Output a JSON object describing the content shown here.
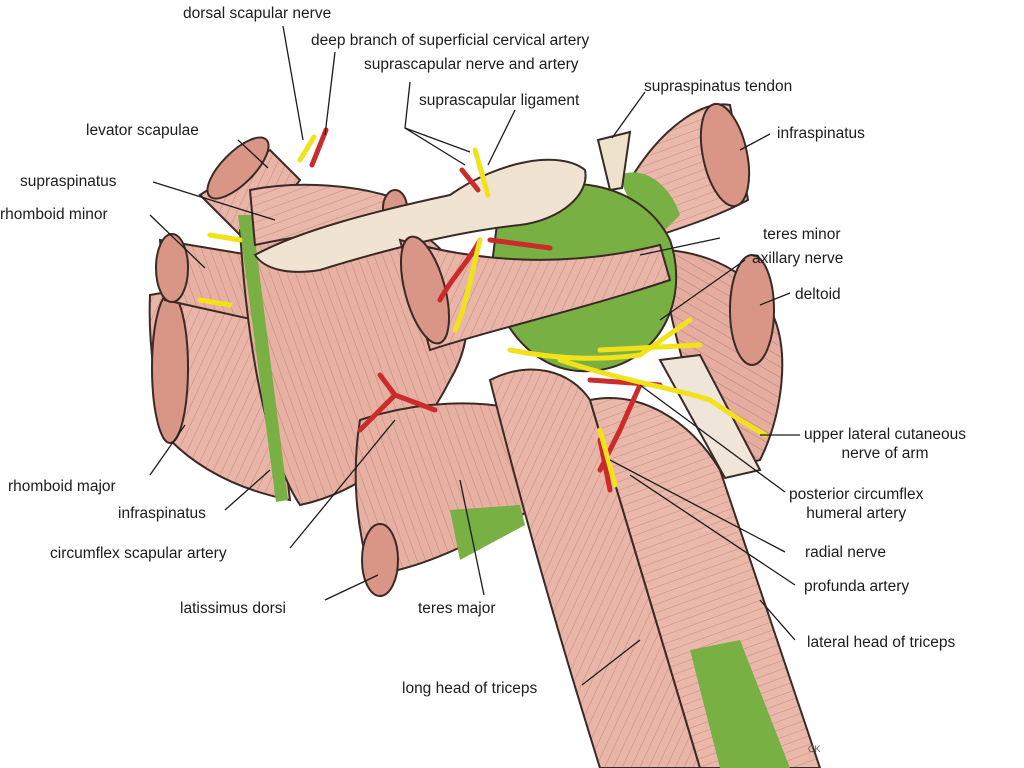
{
  "labels": {
    "dorsal_scapular_nerve": "dorsal scapular nerve",
    "deep_branch": "deep branch of superficial cervical artery",
    "suprascapular_nerve_artery": "suprascapular nerve and artery",
    "suprascapular_ligament": "suprascapular ligament",
    "supraspinatus_tendon": "supraspinatus tendon",
    "infraspinatus_top": "infraspinatus",
    "levator_scapulae": "levator scapulae",
    "supraspinatus": "supraspinatus",
    "rhomboid_minor": "rhomboid minor",
    "teres_minor": "teres minor",
    "axillary_nerve": "axillary nerve",
    "deltoid": "deltoid",
    "upper_lateral_cutaneous": "upper lateral cutaneous\nnerve of arm",
    "posterior_circumflex": "posterior circumflex\nhumeral artery",
    "radial_nerve": "radial nerve",
    "profunda_artery": "profunda artery",
    "lateral_head_triceps": "lateral head of triceps",
    "long_head_triceps": "long head of triceps",
    "teres_major": "teres major",
    "latissimus_dorsi": "latissimus dorsi",
    "circumflex_scapular": "circumflex scapular artery",
    "infraspinatus_bottom": "infraspinatus",
    "rhomboid_major": "rhomboid major"
  },
  "colors": {
    "muscle": "#e8b5a8",
    "muscle_dark": "#b86e60",
    "tendon_green": "#78b044",
    "bone": "#f1e3d2",
    "nerve_yellow": "#f2e21a",
    "artery_red": "#cc2b2b",
    "outline": "#3a2a26"
  },
  "signature": "CK"
}
